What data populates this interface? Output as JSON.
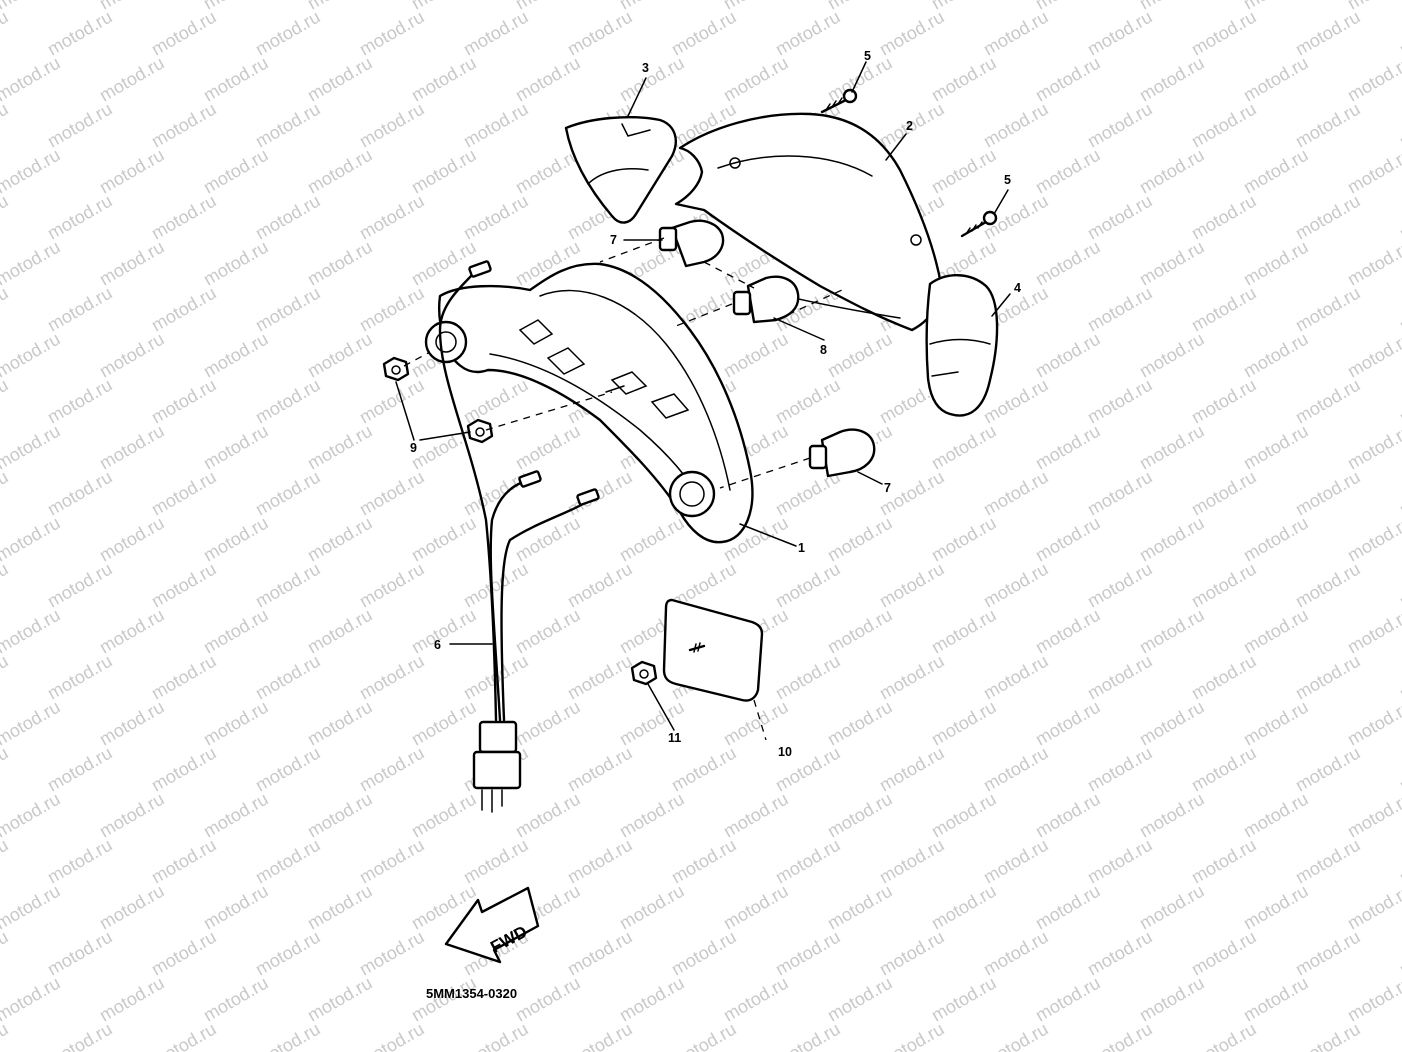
{
  "watermark": "motod.ru",
  "diagram_code": "5MM1354-0320",
  "direction_arrow": "FWD",
  "callouts": {
    "c1": "1",
    "c2": "2",
    "c3": "3",
    "c4": "4",
    "c5a": "5",
    "c5b": "5",
    "c6": "6",
    "c7a": "7",
    "c7b": "7",
    "c8": "8",
    "c9": "9",
    "c10": "10",
    "c11": "11"
  }
}
